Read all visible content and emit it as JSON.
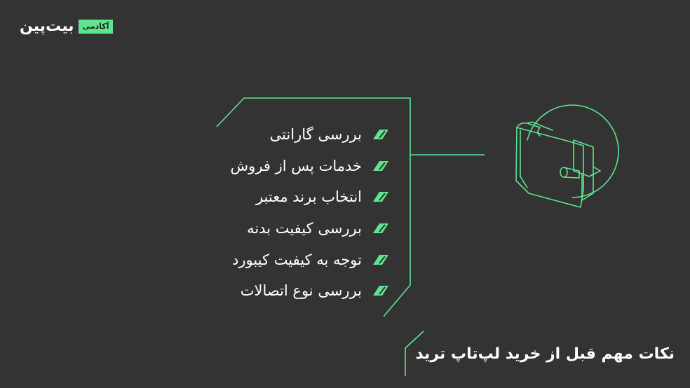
{
  "brand": {
    "wordmark": "بیت‌پین",
    "badge": "آکادمی"
  },
  "checklist": {
    "items": [
      {
        "label": "بررسی گارانتی"
      },
      {
        "label": "خدمات پس از فروش"
      },
      {
        "label": "انتخاب برند معتبر"
      },
      {
        "label": "بررسی کیفیت بدنه"
      },
      {
        "label": "توجه به کیفیت کیبورد"
      },
      {
        "label": "بررسی نوع اتصالات"
      }
    ]
  },
  "title": "نکات مهم قبل از خرید لپ‌تاپ ترید",
  "colors": {
    "background": "#333333",
    "accent": "#5de58f",
    "text": "#ffffff"
  },
  "icons": {
    "illustration": "wallet-icon",
    "bullet": "parallelogram-bullet-icon"
  }
}
